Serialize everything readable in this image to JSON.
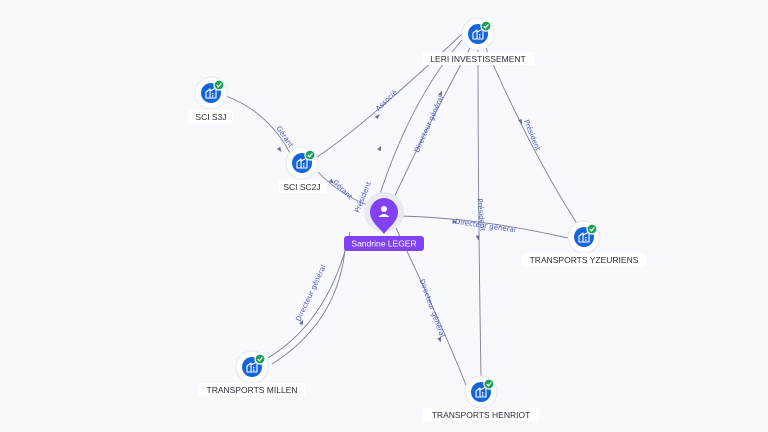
{
  "center": {
    "label": "Sandrine LEGER",
    "icon": "person-icon"
  },
  "companies": [
    {
      "key": "leri",
      "label": "LERI INVESTISSEMENT",
      "icon": "building-icon",
      "status": "verified-check-icon"
    },
    {
      "key": "sci-s3j",
      "label": "SCI S3J",
      "icon": "building-icon",
      "status": "verified-check-icon"
    },
    {
      "key": "sci-sc2j",
      "label": "SCI SC2J",
      "icon": "building-icon",
      "status": "verified-check-icon"
    },
    {
      "key": "yzeuriens",
      "label": "TRANSPORTS YZEURIENS",
      "icon": "building-icon",
      "status": "verified-check-icon"
    },
    {
      "key": "millen",
      "label": "TRANSPORTS MILLEN",
      "icon": "building-icon",
      "status": "verified-check-icon"
    },
    {
      "key": "henriot",
      "label": "TRANSPORTS HENRIOT",
      "icon": "building-icon",
      "status": "verified-check-icon"
    }
  ],
  "edges": [
    {
      "from": "sci-sc2j",
      "to": "leri",
      "label": "Associé"
    },
    {
      "from": "sci-sc2j",
      "to": "sci-s3j",
      "label": "Gérant"
    },
    {
      "from": "center",
      "to": "sci-sc2j",
      "label": "Gérant"
    },
    {
      "from": "center",
      "to": "leri",
      "label": "Président"
    },
    {
      "from": "center",
      "to": "leri",
      "label": "Directeur général"
    },
    {
      "from": "yzeuriens",
      "to": "leri",
      "label": "Président"
    },
    {
      "from": "henriot",
      "to": "leri",
      "label": "Président"
    },
    {
      "from": "center",
      "to": "yzeuriens",
      "label": "Directeur général"
    },
    {
      "from": "millen",
      "to": "center",
      "label": "Directeur général"
    },
    {
      "from": "center",
      "to": "henriot",
      "label": "Directeur général"
    }
  ],
  "colors": {
    "accent": "#8142f5",
    "node": "#1565d8",
    "check": "#1e9e57",
    "edge": "#7b8196",
    "edge_label": "#4a55c8"
  }
}
